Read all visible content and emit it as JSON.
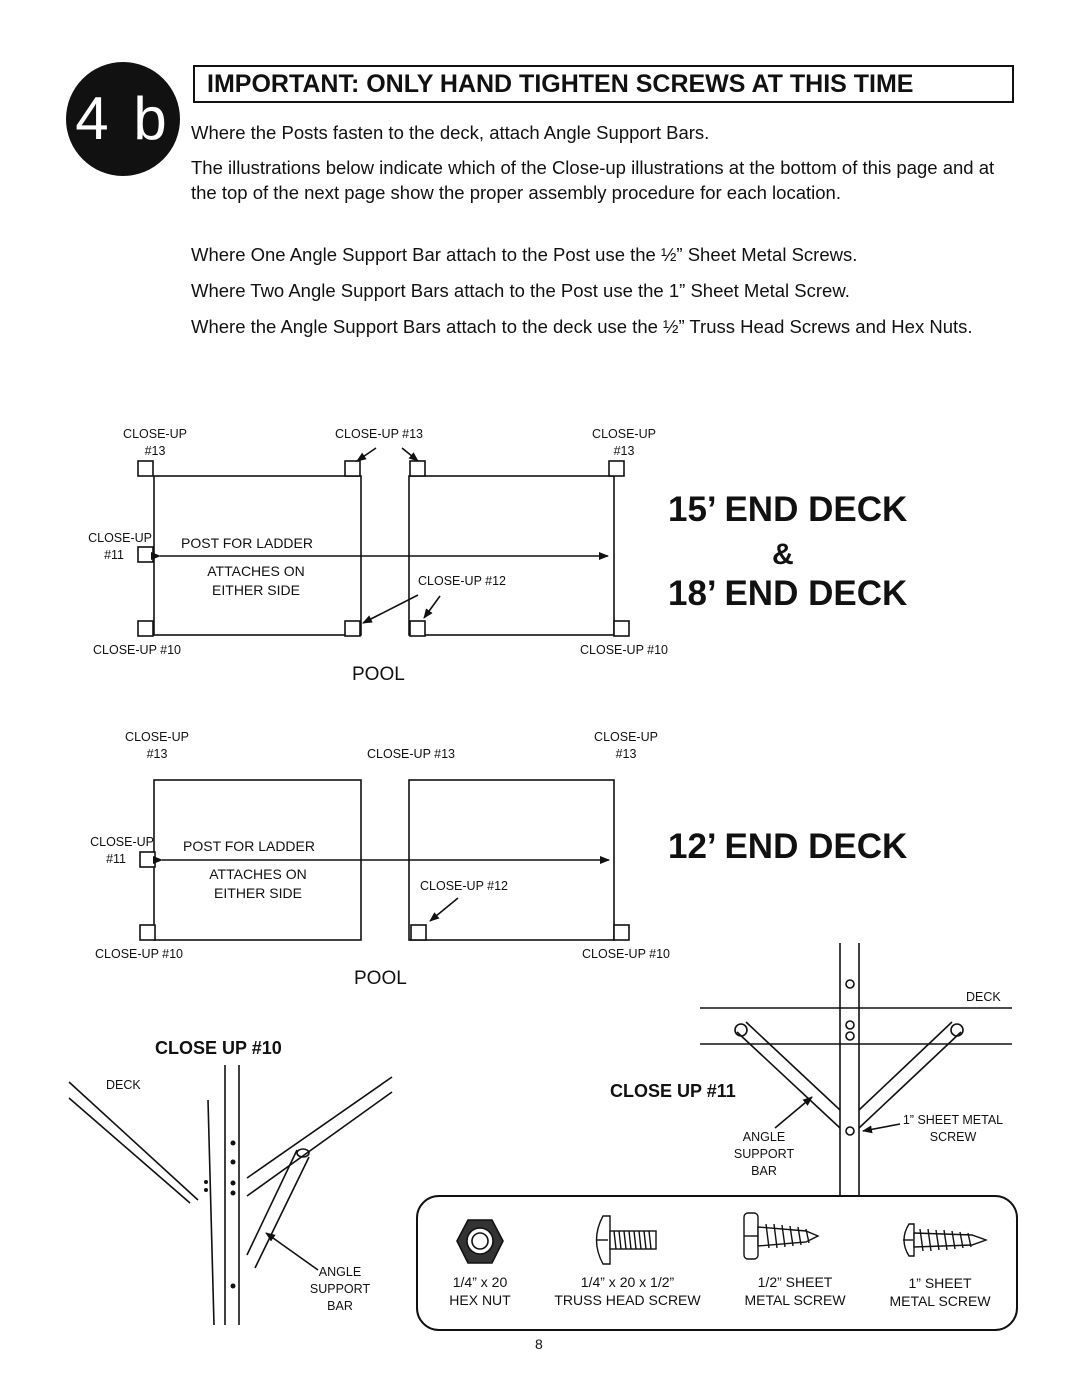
{
  "step": "4 b",
  "important_banner": "IMPORTANT: ONLY HAND TIGHTEN SCREWS AT THIS TIME",
  "paragraphs": [
    "Where the Posts fasten to the deck, attach Angle Support Bars.",
    "The illustrations below indicate which of the Close-up illustrations at the bottom of this page and at the top of the next page show the proper assembly procedure for each location.",
    "Where One Angle Support Bar attach to the Post  use  the ½” Sheet Metal Screws.",
    "Where Two Angle Support Bars attach  to  the  Post  use  the 1” Sheet Metal Screw.",
    "Where the Angle Support Bars attach to the deck use the ½” Truss Head Screws and Hex Nuts."
  ],
  "diagram1": {
    "title_line1": "15’ END DECK",
    "title_amp": "&",
    "title_line2": "18’ END DECK",
    "closeup13_left_a": "CLOSE-UP",
    "closeup13_left_b": "#13",
    "closeup13_mid": "CLOSE-UP #13",
    "closeup13_right_a": "CLOSE-UP",
    "closeup13_right_b": "#13",
    "closeup11_a": "CLOSE-UP",
    "closeup11_b": "#11",
    "post_for_ladder": "POST FOR LADDER",
    "attaches_on": "ATTACHES ON",
    "either_side": "EITHER SIDE",
    "closeup12": "CLOSE-UP #12",
    "closeup10_left": "CLOSE-UP #10",
    "closeup10_right": "CLOSE-UP #10",
    "pool": "POOL"
  },
  "diagram2": {
    "title": "12’ END DECK",
    "closeup13_left_a": "CLOSE-UP",
    "closeup13_left_b": "#13",
    "closeup13_mid": "CLOSE-UP #13",
    "closeup13_right_a": "CLOSE-UP",
    "closeup13_right_b": "#13",
    "closeup11_a": "CLOSE-UP",
    "closeup11_b": "#11",
    "post_for_ladder": "POST FOR LADDER",
    "attaches_on": "ATTACHES ON",
    "either_side": "EITHER SIDE",
    "closeup12": "CLOSE-UP #12",
    "closeup10_left": "CLOSE-UP #10",
    "closeup10_right": "CLOSE-UP #10",
    "pool": "POOL"
  },
  "closeup10": {
    "title": "CLOSE UP #10",
    "deck": "DECK",
    "angle": "ANGLE",
    "support": "SUPPORT",
    "bar": "BAR"
  },
  "closeup11": {
    "title": "CLOSE UP #11",
    "deck": "DECK",
    "angle": "ANGLE",
    "support": "SUPPORT",
    "bar": "BAR",
    "screw_label_a": "1” SHEET METAL",
    "screw_label_b": "SCREW"
  },
  "hardware": [
    {
      "line1": "1/4” x 20",
      "line2": "HEX NUT",
      "icon": "hex-nut-icon"
    },
    {
      "line1": "1/4” x 20 x 1/2”",
      "line2": "TRUSS HEAD SCREW",
      "icon": "truss-head-screw-icon"
    },
    {
      "line1": "1/2” SHEET",
      "line2": "METAL SCREW",
      "icon": "half-inch-sheet-metal-screw-icon"
    },
    {
      "line1": "1” SHEET",
      "line2": "METAL SCREW",
      "icon": "one-inch-sheet-metal-screw-icon"
    }
  ],
  "page_number": "8"
}
